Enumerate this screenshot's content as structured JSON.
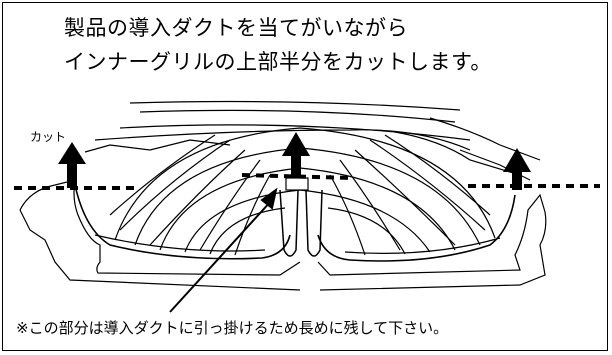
{
  "instruction": {
    "line1": "製品の導入ダクトを当てがいながら",
    "line2": "インナーグリルの上部半分をカットします。"
  },
  "cut_label": "カット",
  "note": "※この部分は導入ダクトに引っ掛けるため長めに残して下さい。",
  "colors": {
    "ink": "#000000",
    "background": "#ffffff"
  }
}
